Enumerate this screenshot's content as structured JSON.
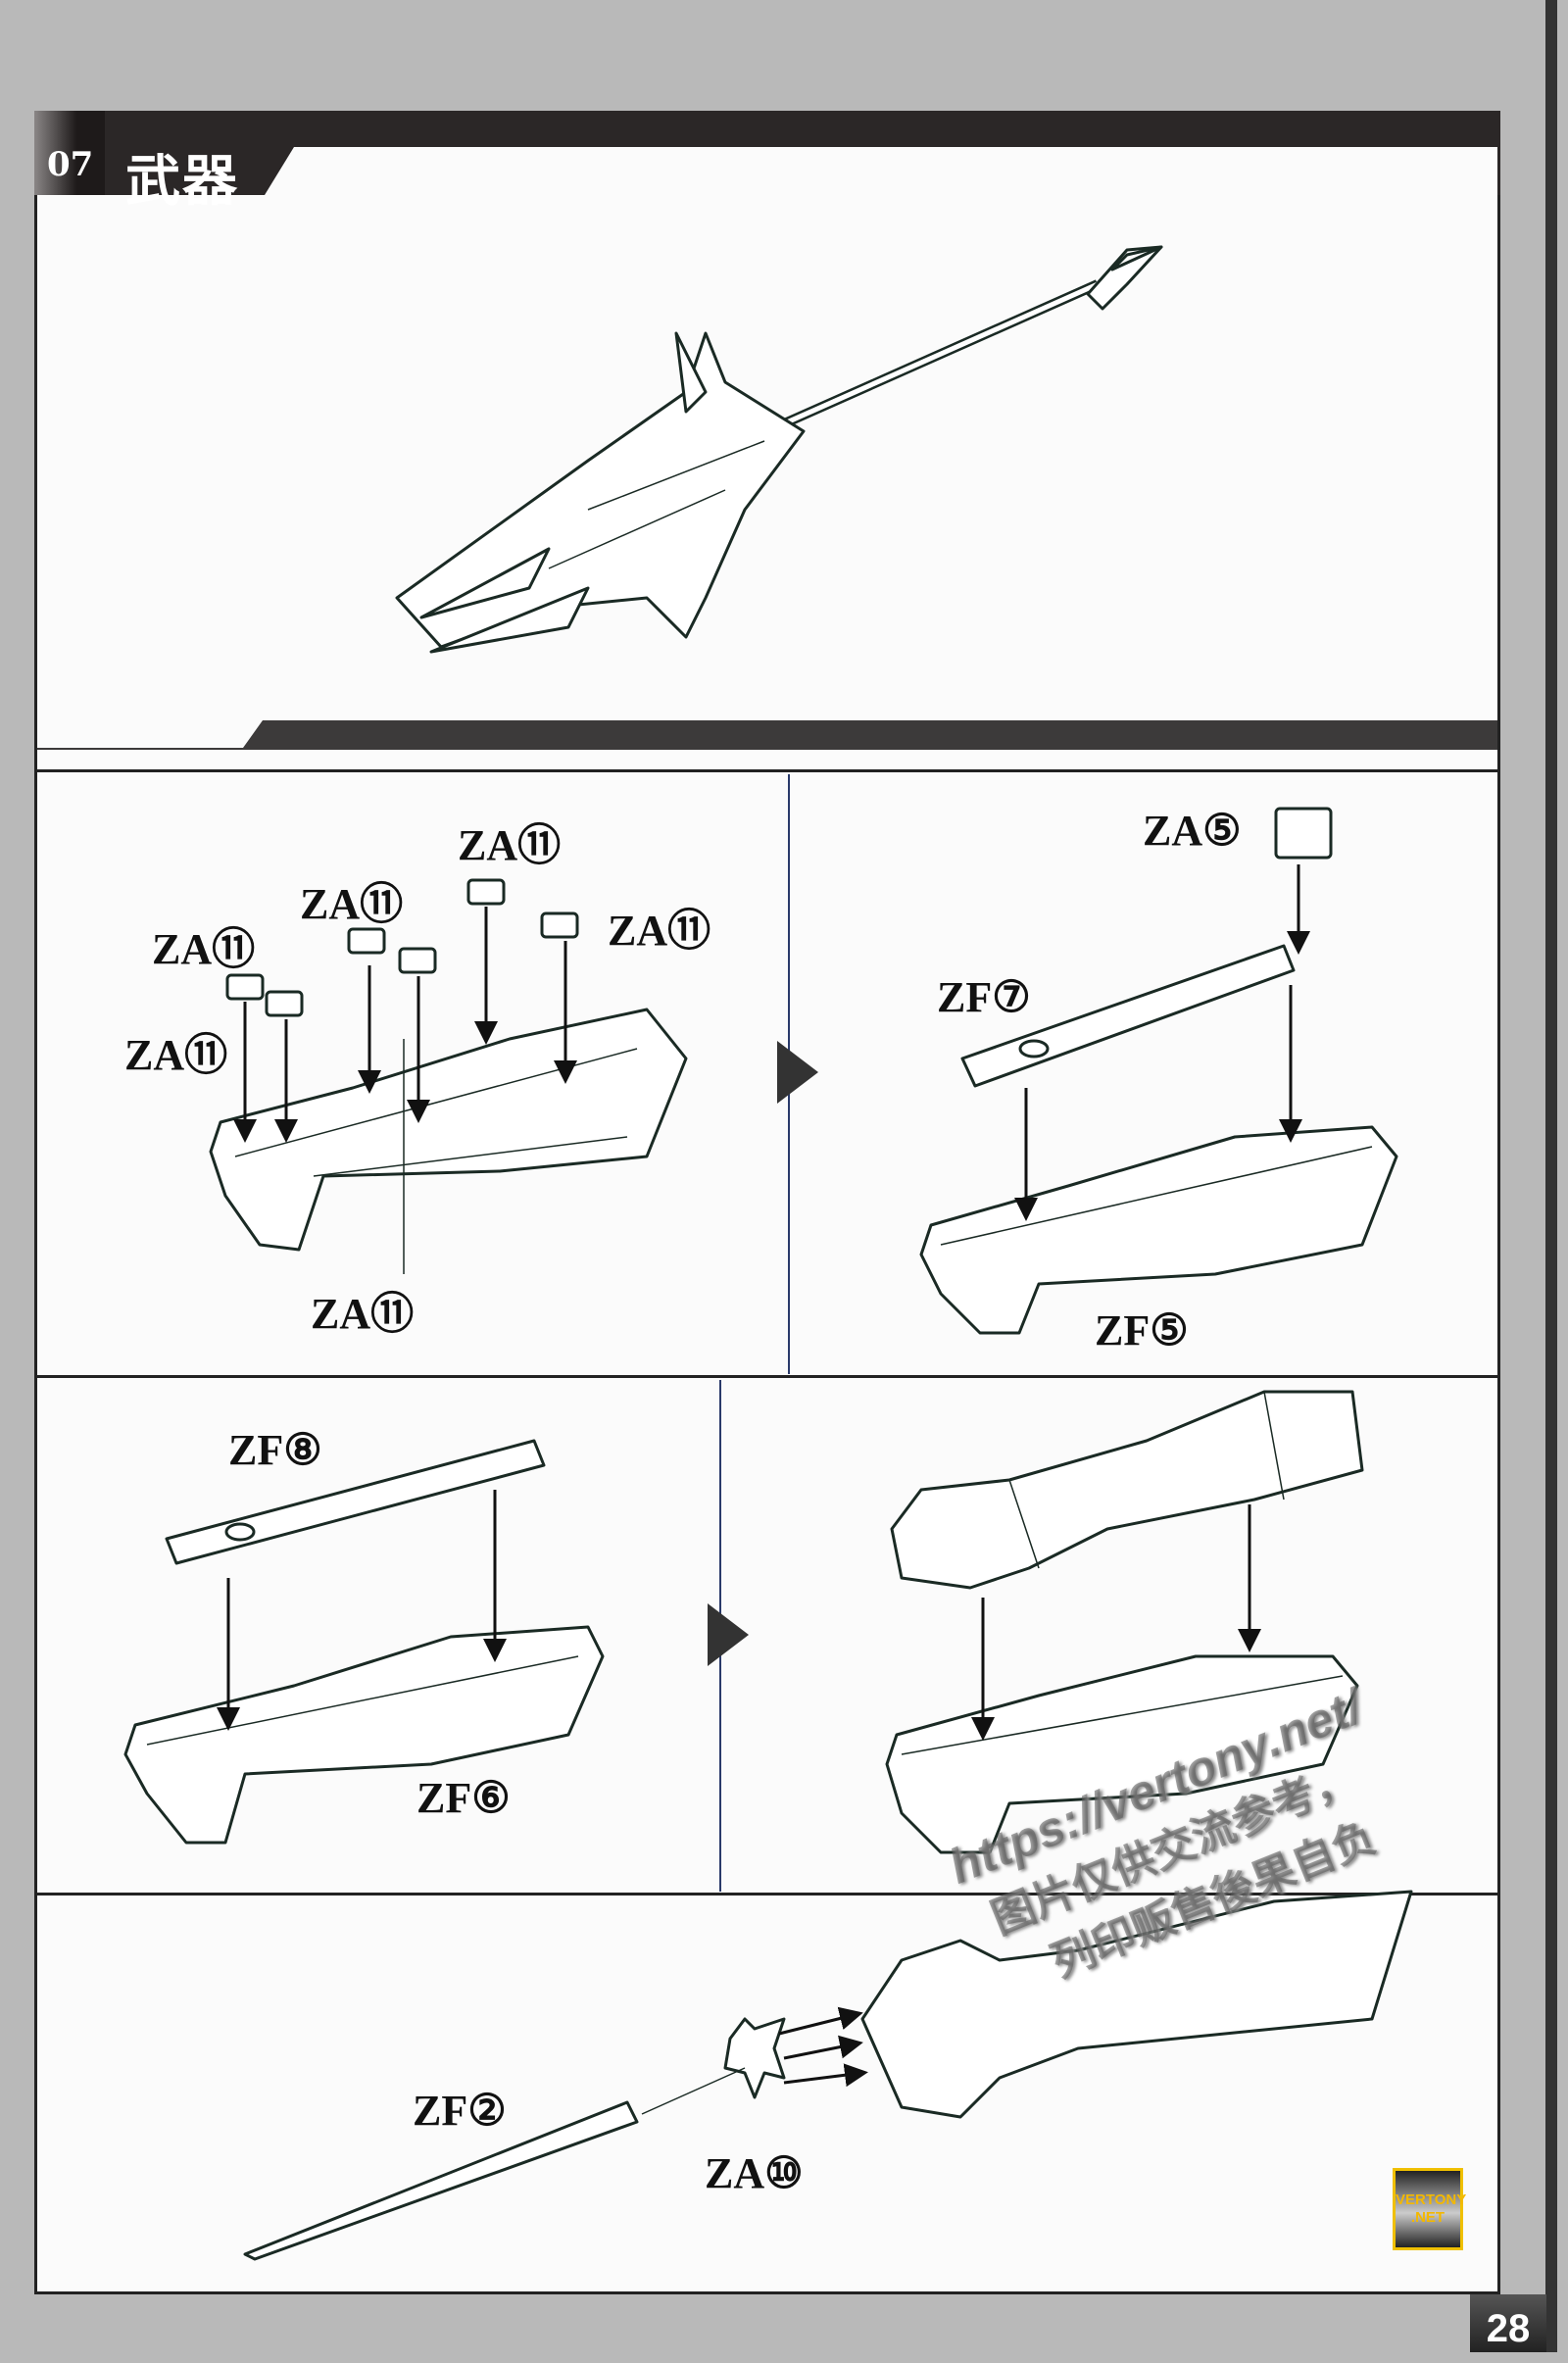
{
  "header": {
    "step_number": "07",
    "title": "武器"
  },
  "steps": {
    "s1_labels": [
      "ZA⑪",
      "ZA⑪",
      "ZA⑪",
      "ZA⑪",
      "ZA⑪",
      "ZA⑪"
    ],
    "s2_labels": {
      "top_part": "ZA⑤",
      "rail": "ZF⑦",
      "base": "ZF⑤"
    },
    "s3_labels": {
      "rail": "ZF⑧",
      "base": "ZF⑥"
    },
    "s5_labels": {
      "spike": "ZF②",
      "connector": "ZA⑩"
    }
  },
  "watermark": {
    "line1": "https://vertony.net/",
    "line2": "图片仅供交流参考，",
    "line3": "列印贩售後果自负"
  },
  "logo": {
    "line1": "VERTONY",
    "line2": ".NET"
  },
  "page_number": "28"
}
